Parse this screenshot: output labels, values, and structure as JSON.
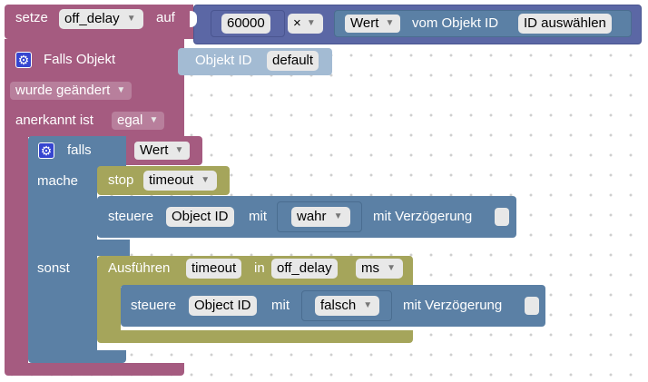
{
  "set_block": {
    "keyword": "setze",
    "variable": "off_delay",
    "connector": "auf"
  },
  "multiply_block": {
    "number": "60000",
    "operator": "×"
  },
  "value_block": {
    "property": "Wert",
    "label": "vom Objekt ID",
    "object": "ID auswählen"
  },
  "trigger_block": {
    "title": "Falls Objekt",
    "object_id_label": "Objekt ID",
    "object_id_value": "default",
    "condition": "wurde geändert",
    "ack_label": "anerkannt ist",
    "ack_value": "egal"
  },
  "if_block": {
    "label": "falls",
    "condition": "Wert",
    "do_label": "mache",
    "else_label": "sonst"
  },
  "stop_block": {
    "label": "stop",
    "name": "timeout"
  },
  "control_true": {
    "label": "steuere",
    "object": "Object ID",
    "with_label": "mit",
    "value": "wahr",
    "delay_label": "mit Verzögerung"
  },
  "timeout_block": {
    "label": "Ausführen",
    "name": "timeout",
    "in_label": "in",
    "delay_var": "off_delay",
    "unit": "ms"
  },
  "control_false": {
    "label": "steuere",
    "object": "Object ID",
    "with_label": "mit",
    "value": "falsch",
    "delay_label": "mit Verzögerung"
  },
  "colors": {
    "set_block": "#a55b80",
    "math_block": "#5b67a5",
    "logic_block": "#5b80a5",
    "trigger_block": "#a55b80",
    "timer_block": "#a5a55b",
    "object_id_block": "#a3bbd3"
  }
}
